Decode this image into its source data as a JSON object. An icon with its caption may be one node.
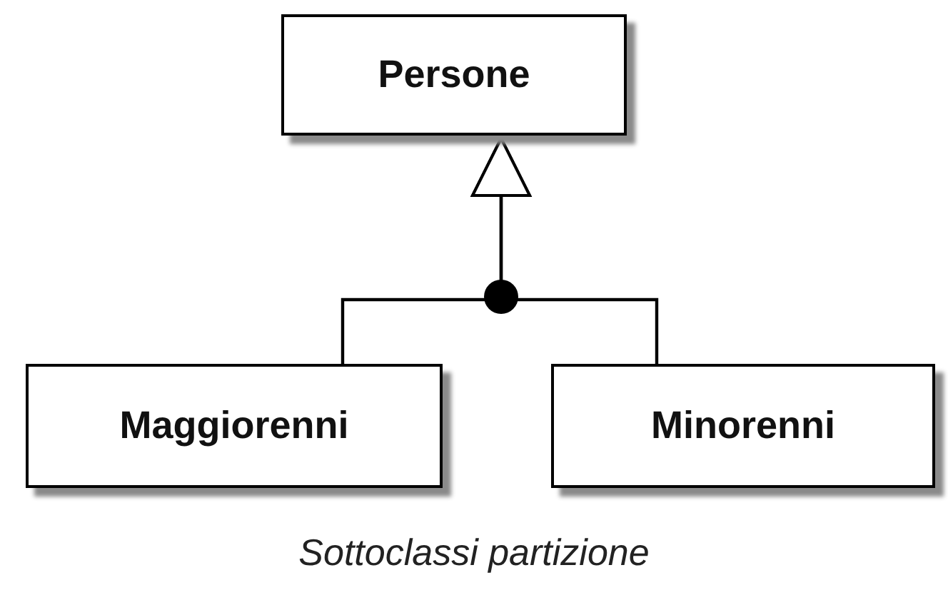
{
  "diagram": {
    "caption": "Sottoclassi partizione",
    "nodes": [
      {
        "text": [
          "Persone"
        ]
      },
      {
        "text": [
          "Maggiorenni"
        ]
      },
      {
        "text": [
          "Minorenni"
        ]
      }
    ],
    "edges": [
      {
        "from": 1,
        "to": 0,
        "arrow": "to"
      },
      {
        "from": 2,
        "to": 0,
        "arrow": "to"
      }
    ]
  }
}
